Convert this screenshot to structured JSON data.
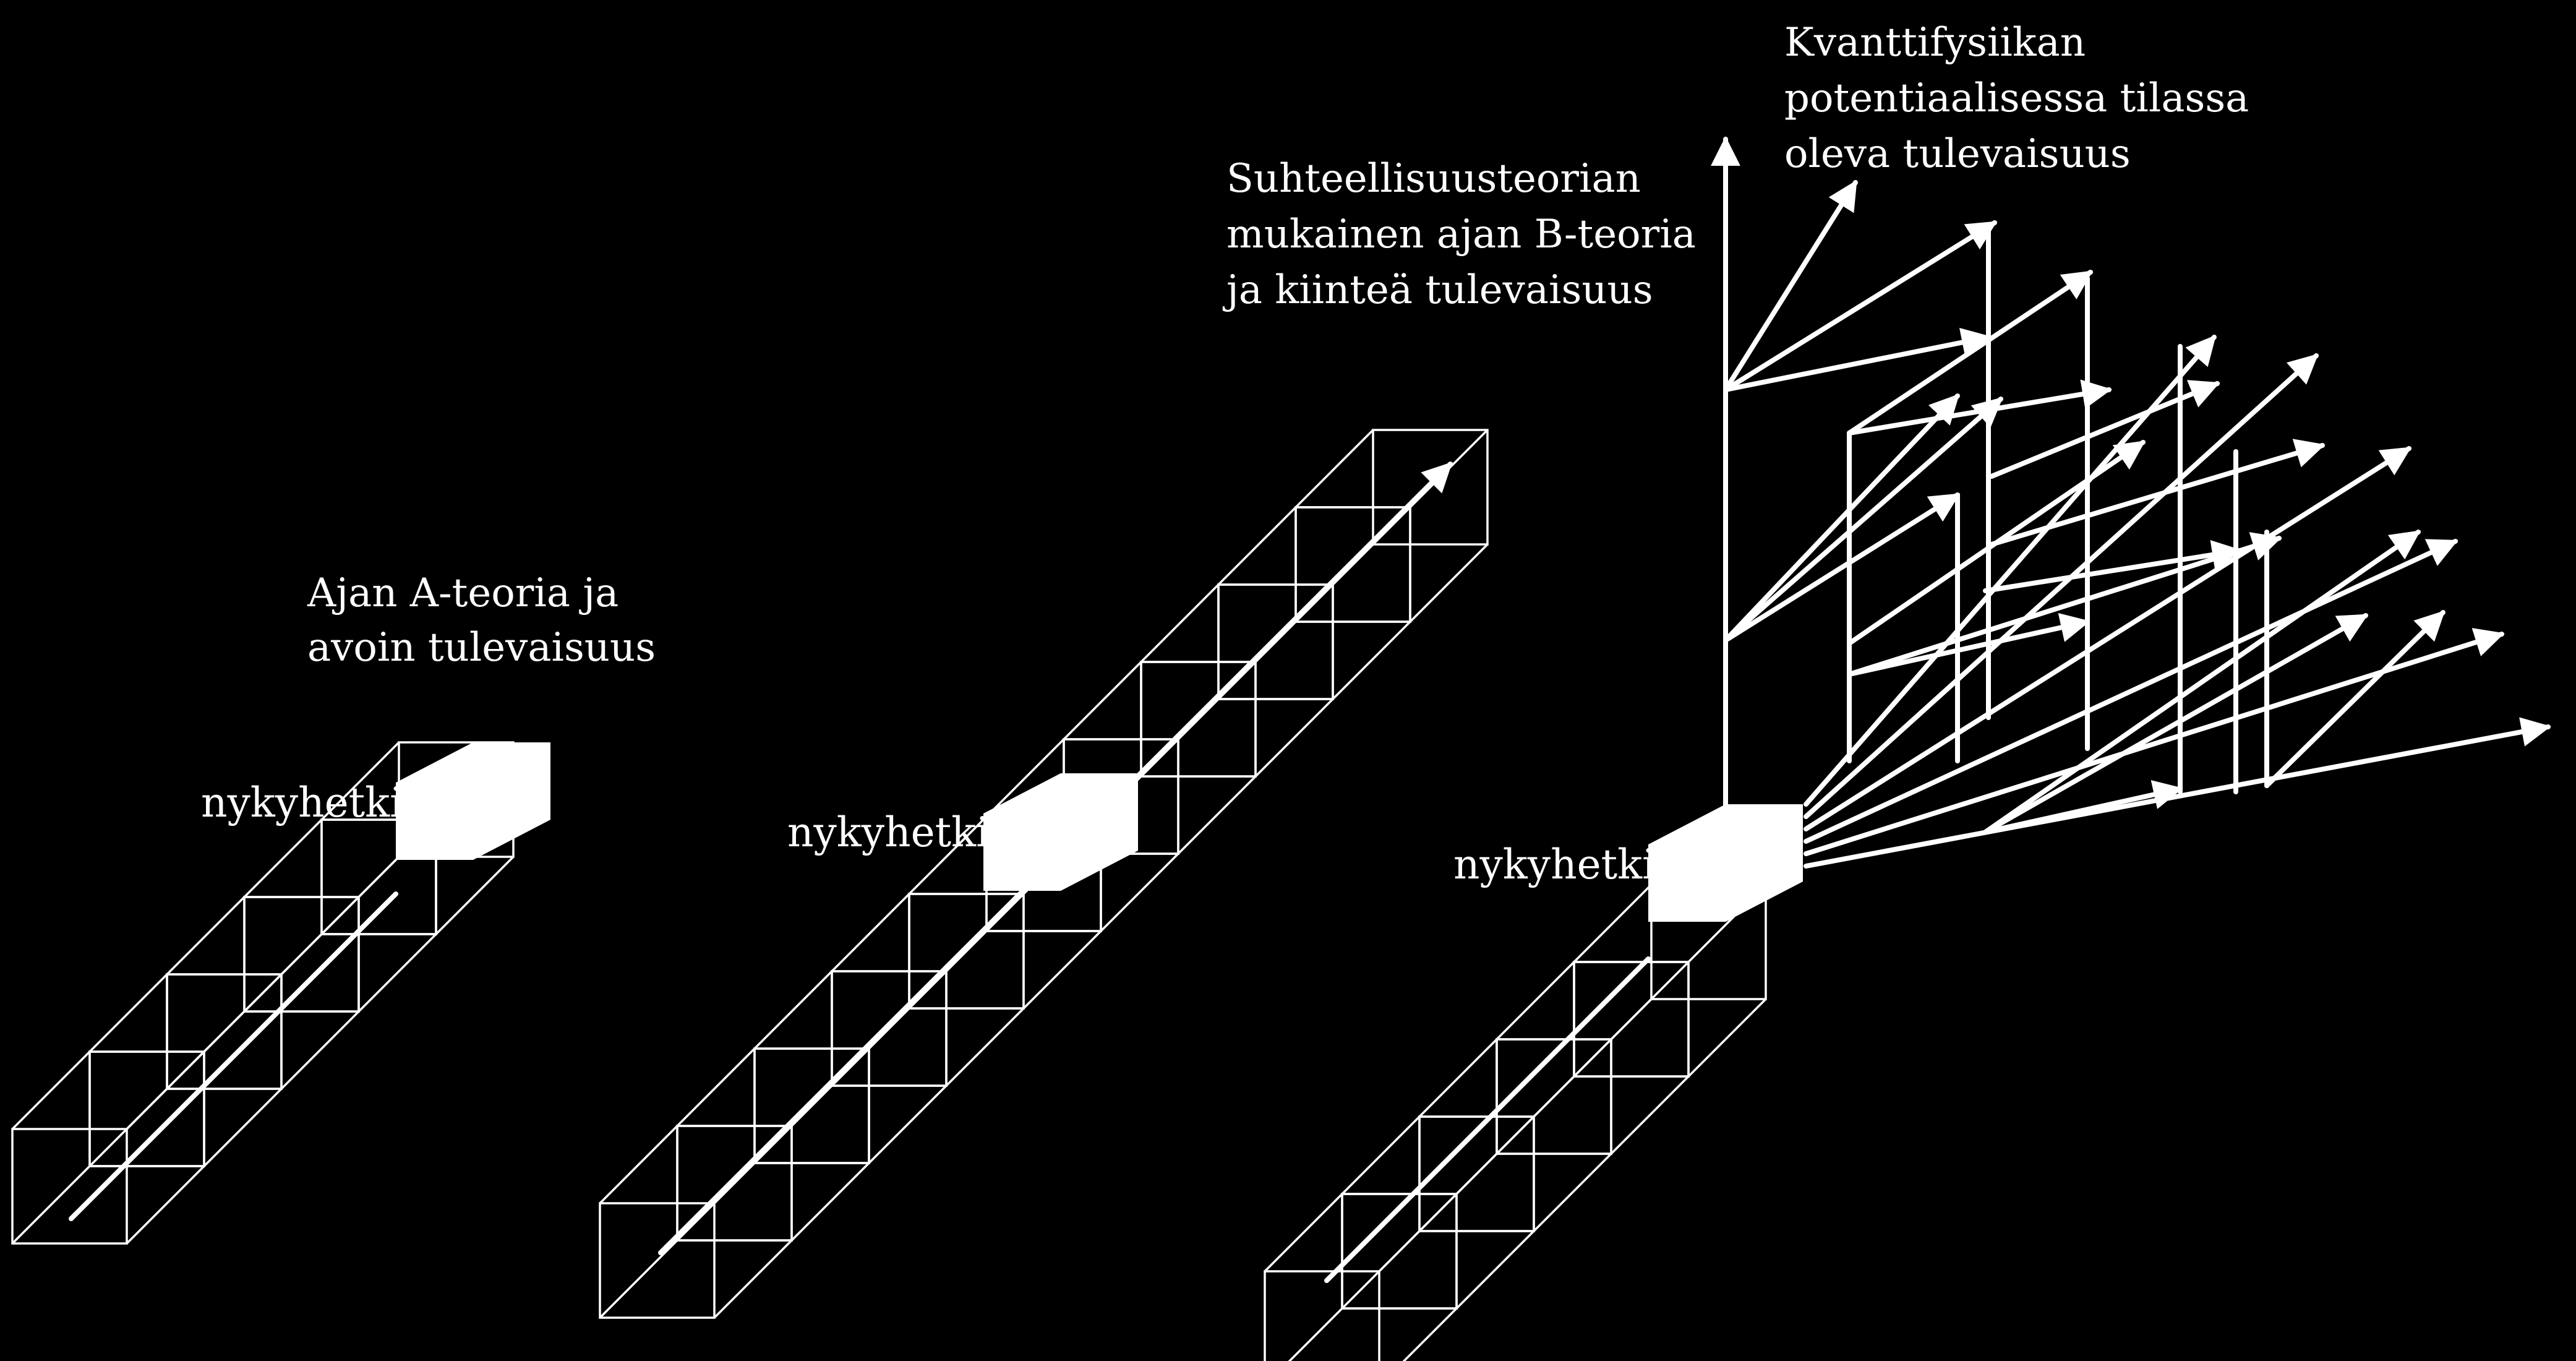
{
  "diagram": {
    "background_color": "#000000",
    "stroke_color": "#ffffff",
    "panels": [
      {
        "title_lines": [
          "Ajan A-teoria ja",
          "avoin tulevaisuus"
        ],
        "now_label": "nykyhetki"
      },
      {
        "title_lines": [
          "Suhteellisuusteorian",
          "mukainen ajan B-teoria",
          "ja kiinteä tulevaisuus"
        ],
        "now_label": "nykyhetki"
      },
      {
        "title_lines": [
          "Kvanttifysiikan",
          "potentiaalisessa tilassa",
          "oleva tulevaisuus"
        ],
        "now_label": "nykyhetki"
      }
    ]
  }
}
